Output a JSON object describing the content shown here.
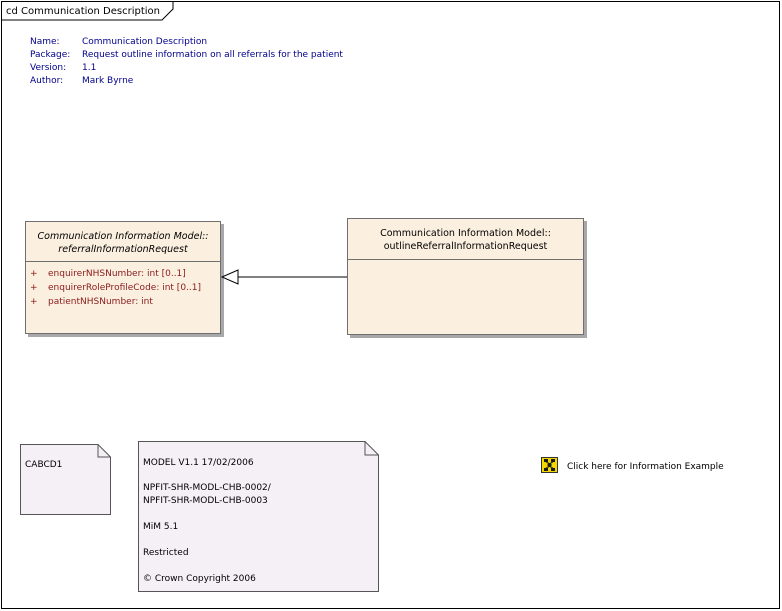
{
  "frame": {
    "tab_label": "cd Communication Description"
  },
  "metadata": {
    "rows": [
      {
        "key": "Name:",
        "value": "Communication Description"
      },
      {
        "key": "Package:",
        "value": "Request outline information on all referrals for the patient"
      },
      {
        "key": "Version:",
        "value": "1.1"
      },
      {
        "key": "Author:",
        "value": "Mark Byrne"
      }
    ]
  },
  "class_referral": {
    "title_line1": "Communication Information Model::",
    "title_line2": "referralInformationRequest",
    "attributes": [
      {
        "visibility": "+",
        "text": "enquirerNHSNumber:  int [0..1]"
      },
      {
        "visibility": "+",
        "text": "enquirerRoleProfileCode:  int [0..1]"
      },
      {
        "visibility": "+",
        "text": "patientNHSNumber:  int"
      }
    ]
  },
  "class_outline": {
    "title_line1": "Communication Information Model::",
    "title_line2": "outlineReferralInformationRequest"
  },
  "note_cabcd": {
    "text": "CABCD1"
  },
  "note_model": {
    "lines": [
      "MODEL V1.1 17/02/2006",
      "NPFIT-SHR-MODL-CHB-0002/",
      "NPFIT-SHR-MODL-CHB-0003",
      "MiM 5.1",
      "Restricted",
      "© Crown Copyright 2006"
    ]
  },
  "hyperlink": {
    "label": "Click here for Information Example",
    "icon": "diagram-link-icon"
  },
  "colors": {
    "class_fill": "#fbf0e0",
    "attribute_text": "#8b1a1a",
    "metadata_text": "#00008b",
    "note_fill": "#f5f0f5"
  }
}
